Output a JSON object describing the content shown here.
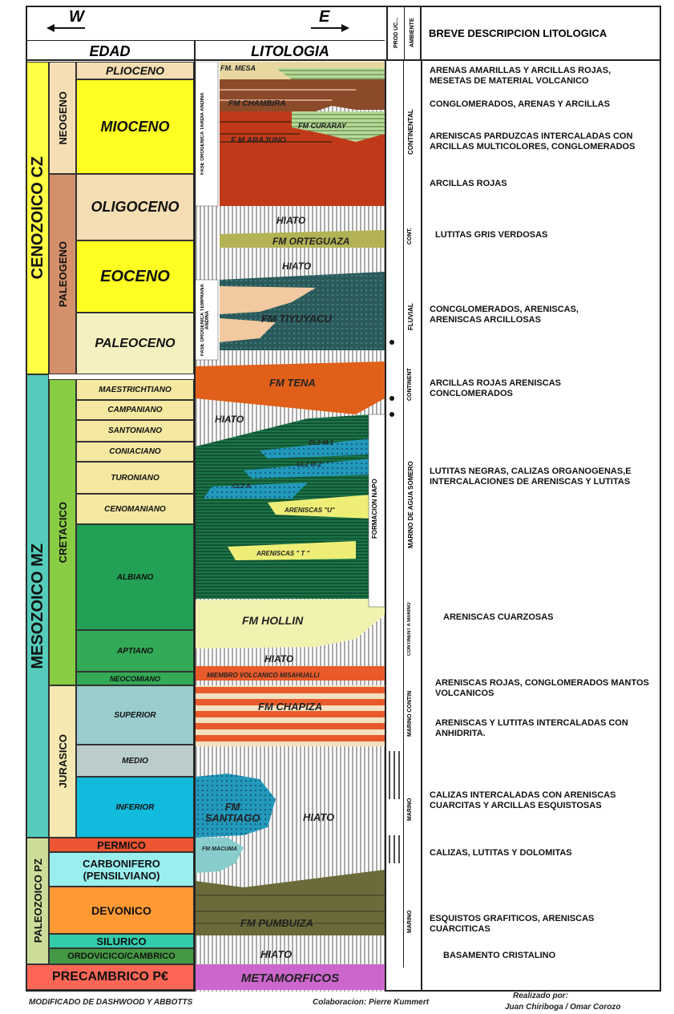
{
  "header": {
    "dir_w": "W",
    "dir_e": "E",
    "edad": "EDAD",
    "litologia": "LITOLOGIA",
    "descripcion": "BREVE DESCRIPCION LITOLOGICA",
    "prod": "PROD UC...",
    "ambiente": "AMBIENTE"
  },
  "eras": {
    "cenozoico": "CENOZOICO CZ",
    "mesozoico": "MESOZOICO MZ",
    "paleozoico": "PALEOZOICO PZ",
    "precambrico": "PRECAMBRICO P€"
  },
  "periods": {
    "neogeno": "NEOGENO",
    "paleogeno": "PALEOGENO",
    "cretacico": "CRETACICO",
    "jurasico": "JURASICO"
  },
  "epochs": {
    "plioceno": "PLIOCENO",
    "mioceno": "MIOCENO",
    "oligoceno": "OLIGOCENO",
    "eoceno": "EOCENO",
    "paleoceno": "PALEOCENO",
    "maestrichtiano": "MAESTRICHTIANO",
    "campaniano": "CAMPANIANO",
    "santoniano": "SANTONIANO",
    "coniaciano": "CONIACIANO",
    "turoniano": "TURONIANO",
    "cenomaniano": "CENOMANIANO",
    "albiano": "ALBIANO",
    "aptiano": "APTIANO",
    "neocomiano": "NEOCOMIANO",
    "superior": "SUPERIOR",
    "medio": "MEDIO",
    "inferior": "INFERIOR",
    "permico": "PERMICO",
    "carbonifero": "CARBONIFERO (PENSILVIANO)",
    "devonico": "DEVONICO",
    "silurico": "SILURICO",
    "ordovicico": "ORDOVICICO/CAMBRICO"
  },
  "litho": {
    "fm_mesa": "FM. MESA",
    "fm_chambira": "FM CHAMBIRA",
    "fm_curaray": "FM CURARAY",
    "fm_arajuno": "F M ARAJUNO",
    "hiato1": "HIATO",
    "fm_orteguaza": "FM ORTEGUAZA",
    "hiato2": "HIATO",
    "fm_tiyuyacu": "FM TIYUYACU",
    "fm_tena": "FM TENA",
    "hiato3": "HIATO",
    "cl_m1": "CL2 M-1",
    "cl_m2": "CL2 M-2",
    "cl_a": "CL2 A",
    "areniscas_u": "ARENISCAS \"U\"",
    "areniscas_t": "ARENISCAS \" T \"",
    "fm_hollin": "FM HOLLIN",
    "hiato4": "HIATO",
    "misahualli": "MIEMBRO VOLCANICO MISAHUALLI",
    "fm_chapiza": "FM CHAPIZA",
    "fm_santiago": "FM SANTIAGO",
    "hiato5": "HIATO",
    "macuma": "FM MACUMA",
    "fm_pumbuiza": "FM PUMBUIZA",
    "hiato6": "HIATO",
    "metamorficos": "METAMORFICOS",
    "fase1": "FASE OROGENICA TARDIA ANDINA",
    "fase2": "FASE OROGENICA TEMPRANA ANDINA",
    "fm_napo": "FORMACION NAPO"
  },
  "ambientes": {
    "continental": "CONTINENTAL",
    "cont": "CONT.",
    "fluvial": "FLUVIAL",
    "continent": "CONTINENT",
    "marino_somero": "MARINO DE AGUA SOMERO",
    "continent_marino": "CONTINENT A MARINO",
    "marino_contin": "MARINO CONTIN",
    "marino1": "MARINO",
    "marino2": "MARINO"
  },
  "descriptions": [
    "ARENAS AMARILLAS Y ARCILLAS ROJAS, MESETAS DE MATERIAL VOLCANICO",
    "CONGLOMERADOS, ARENAS Y ARCILLAS",
    "ARENISCAS PARDUZCAS INTERCALADAS CON ARCILLAS MULTICOLORES, CONGLOMERADOS",
    "ARCILLAS ROJAS",
    "LUTITAS GRIS VERDOSAS",
    "CONCGLOMERADOS, ARENISCAS, ARENISCAS ARCILLOSAS",
    "ARCILLAS ROJAS ARENISCAS CONCLOMERADOS",
    "LUTITAS NEGRAS, CALIZAS ORGANOGENAS,E INTERCALACIONES DE ARENISCAS Y LUTITAS",
    "ARENISCAS CUARZOSAS",
    "ARENISCAS ROJAS, CONGLOMERADOS MANTOS VOLCANICOS",
    "ARENISCAS Y LUTITAS INTERCALADAS CON ANHIDRITA.",
    "CALIZAS INTERCALADAS CON ARENISCAS CUARCITAS Y ARCILLAS ESQUISTOSAS",
    "CALIZAS, LUTITAS Y DOLOMITAS",
    "ESQUISTOS GRAFITICOS, ARENISCAS CUARCITICAS",
    "BASAMENTO CRISTALINO"
  ],
  "footer": {
    "modificado": "MODIFICADO DE DASHWOOD Y ABBOTTS",
    "colaboracion": "Colaboracion: Pierre Kummert",
    "realizado": "Realizado por:",
    "autores": "Juan Chiriboga / Omar Corozo"
  },
  "colors": {
    "cenozoic": "#ffff66",
    "mesozoic": "#66ccaa",
    "paleozoic": "#ccddaa",
    "precambrian": "#ff6655",
    "neogene": "#f5deb3",
    "paleogene": "#d4906a",
    "cretaceous": "#88cc44",
    "jurassic": "#f5e8b0"
  }
}
